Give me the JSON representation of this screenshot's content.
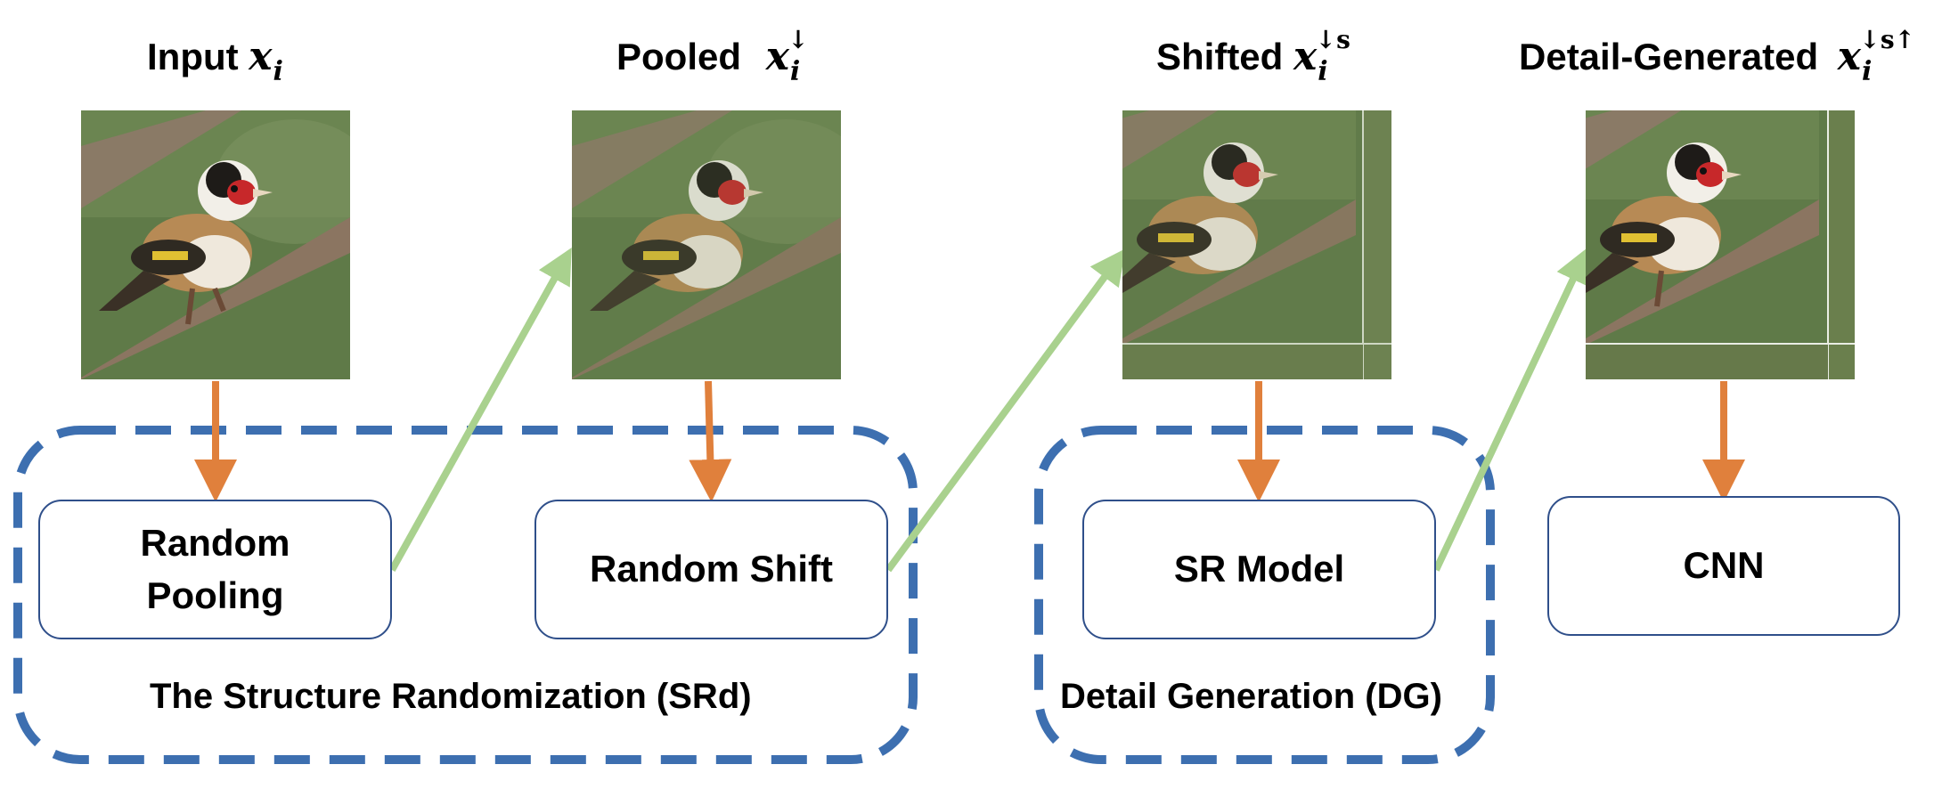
{
  "titles": {
    "input": {
      "label": "Input",
      "math_base": "x",
      "math_sub": "i",
      "math_sup": ""
    },
    "pooled": {
      "label": "Pooled",
      "math_base": "x",
      "math_sub": "i",
      "math_sup": "↓"
    },
    "shifted": {
      "label": "Shifted",
      "math_base": "x",
      "math_sub": "i",
      "math_sup": "↓s"
    },
    "detail": {
      "label": "Detail-Generated",
      "math_base": "x",
      "math_sub": "i",
      "math_sup": "↓s↑"
    }
  },
  "images": {
    "input": "goldfinch on branch (original)",
    "pooled": "goldfinch on branch (pooled, blurred)",
    "shifted": "goldfinch on branch (pooled, shifted)",
    "detail": "goldfinch on branch (detail generated)"
  },
  "boxes": {
    "random_pooling": "Random\nPooling",
    "random_shift": "Random Shift",
    "sr_model": "SR Model",
    "cnn": "CNN"
  },
  "groups": {
    "srd": "The Structure Randomization (SRd)",
    "dg": "Detail Generation (DG)"
  },
  "colors": {
    "dashed_border": "#3d6fb0",
    "down_arrow": "#e0803c",
    "diag_arrow": "#a9d18e",
    "box_border": "#2f4f8a"
  }
}
